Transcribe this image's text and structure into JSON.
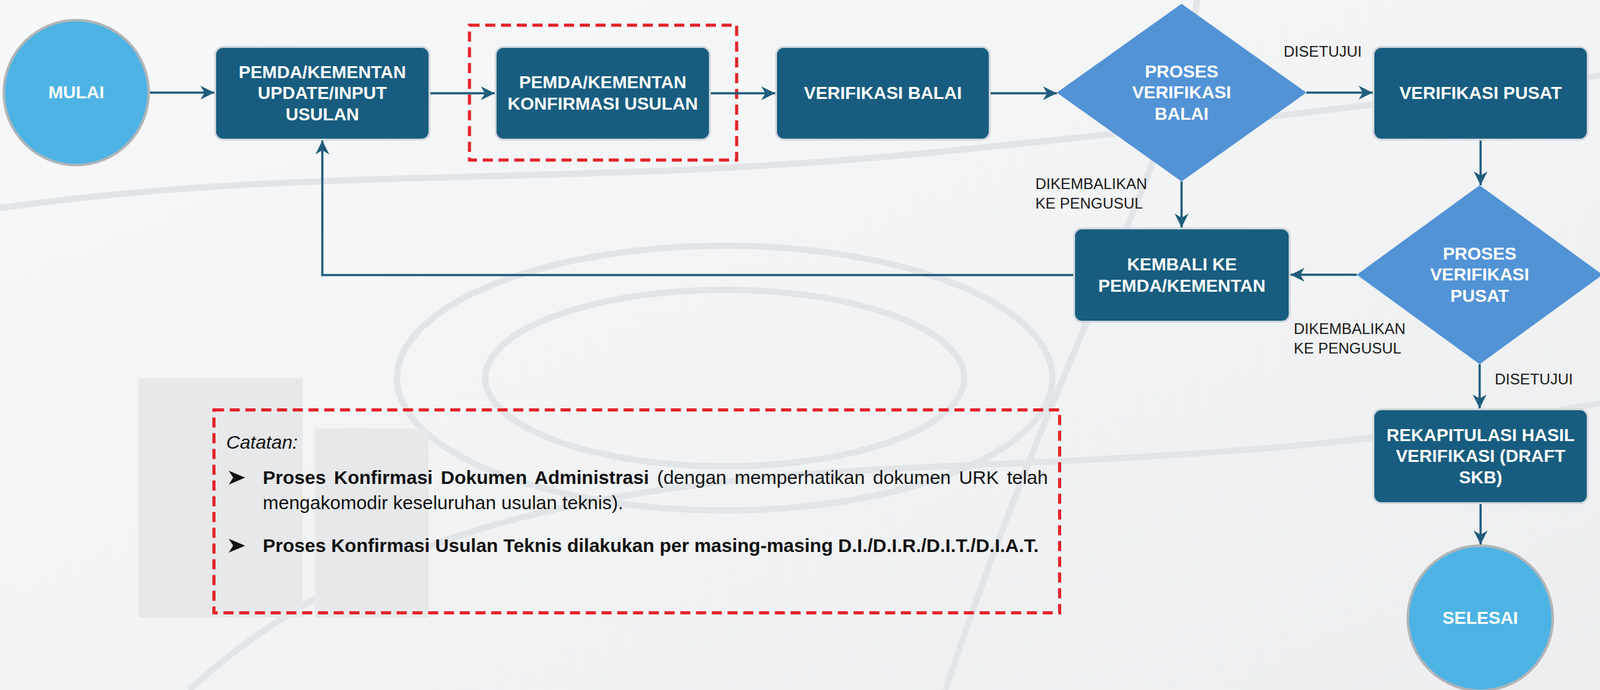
{
  "diagram": {
    "nodes": [
      {
        "text": [
          "MULAI"
        ]
      },
      {
        "text": [
          "PEMDA/KEMENTAN UPDATE/INPUT USULAN"
        ]
      },
      {
        "text": [
          "PEMDA/KEMENTAN KONFIRMASI USULAN"
        ]
      },
      {
        "text": [
          "VERIFIKASI BALAI"
        ]
      },
      {
        "text": [
          "PROSES VERIFIKASI BALAI"
        ]
      },
      {
        "text": [
          "VERIFIKASI PUSAT"
        ]
      },
      {
        "text": [
          "KEMBALI KE PEMDA/KEMENTAN"
        ]
      },
      {
        "text": [
          "PROSES VERIFIKASI PUSAT"
        ]
      },
      {
        "text": [
          "REKAPITULASI HASIL VERIFIKASI (DRAFT SKB)"
        ]
      },
      {
        "text": [
          "SELESAI"
        ]
      },
      {
        "text": [
          "Catatan:",
          "Proses Konfirmasi Dokumen Administrasi",
          "(dengan memperhatikan dokumen URK telah mengakomodir keseluruhan usulan teknis).",
          "Proses Konfirmasi Usulan Teknis dilakukan per masing-masing D.I./D.I.R./D.I.T./D.I.A.T."
        ]
      }
    ],
    "edges": [
      {
        "from": 0,
        "to": 1,
        "arrow": "to"
      },
      {
        "from": 1,
        "to": 2,
        "arrow": "to"
      },
      {
        "from": 2,
        "to": 3,
        "arrow": "to"
      },
      {
        "from": 3,
        "to": 4,
        "arrow": "to"
      },
      {
        "from": 4,
        "to": 5,
        "label": "DISETUJUI",
        "arrow": "to"
      },
      {
        "from": 4,
        "to": 6,
        "label": "DIKEMBALIKAN KE PENGUSUL",
        "arrow": "to"
      },
      {
        "from": 5,
        "to": 7,
        "arrow": "to"
      },
      {
        "from": 7,
        "to": 6,
        "label": "DIKEMBALIKAN KE PENGUSUL",
        "arrow": "to"
      },
      {
        "from": 7,
        "to": 8,
        "label": "DISETUJUI",
        "arrow": "to"
      },
      {
        "from": 6,
        "to": 1,
        "arrow": "to"
      },
      {
        "from": 8,
        "to": 9,
        "arrow": "to"
      }
    ]
  }
}
